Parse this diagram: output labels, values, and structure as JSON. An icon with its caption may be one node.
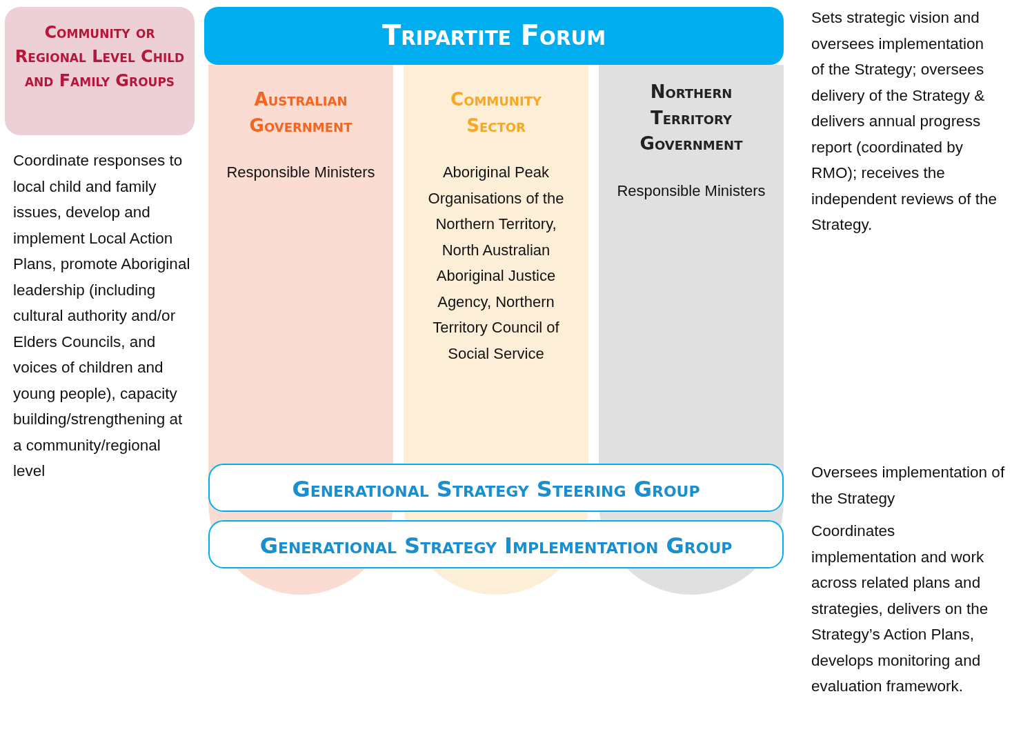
{
  "diagram": {
    "nodes": [
      {
        "text": [
          "Community or Regional Level Child and Family Groups"
        ],
        "beside": [
          "Coordinate responses to local child and family issues, develop and implement Local Action Plans, promote Aboriginal leadership (including cultural authority and/or Elders Councils, and voices of children and young people), capacity building/strengthening at a community/regional level"
        ]
      },
      {
        "text": [
          "Tripartite Forum"
        ],
        "beside": [
          "Sets strategic vision and oversees implementation of the Strategy; oversees delivery of the Strategy & delivers annual progress report (coordinated by RMO); receives the independent reviews of the Strategy."
        ]
      },
      {
        "text": [
          "Australian Government",
          "Responsible Ministers"
        ]
      },
      {
        "text": [
          "Community Sector",
          "Aboriginal Peak Organisations of the Northern Territory, North Australian Aboriginal Justice Agency, Northern Territory Council of Social Service"
        ]
      },
      {
        "text": [
          "Northern Territory Government",
          "Responsible Ministers"
        ]
      },
      {
        "text": [
          "Generational Strategy Steering Group"
        ],
        "beside": [
          "Oversees implementation of the Strategy"
        ]
      },
      {
        "text": [
          "Generational Strategy Implementation Group"
        ],
        "beside": [
          "Coordinates implementation and work across related plans and strategies, delivers on the Strategy’s Action Plans, develops monitoring and evaluation framework."
        ]
      }
    ]
  }
}
